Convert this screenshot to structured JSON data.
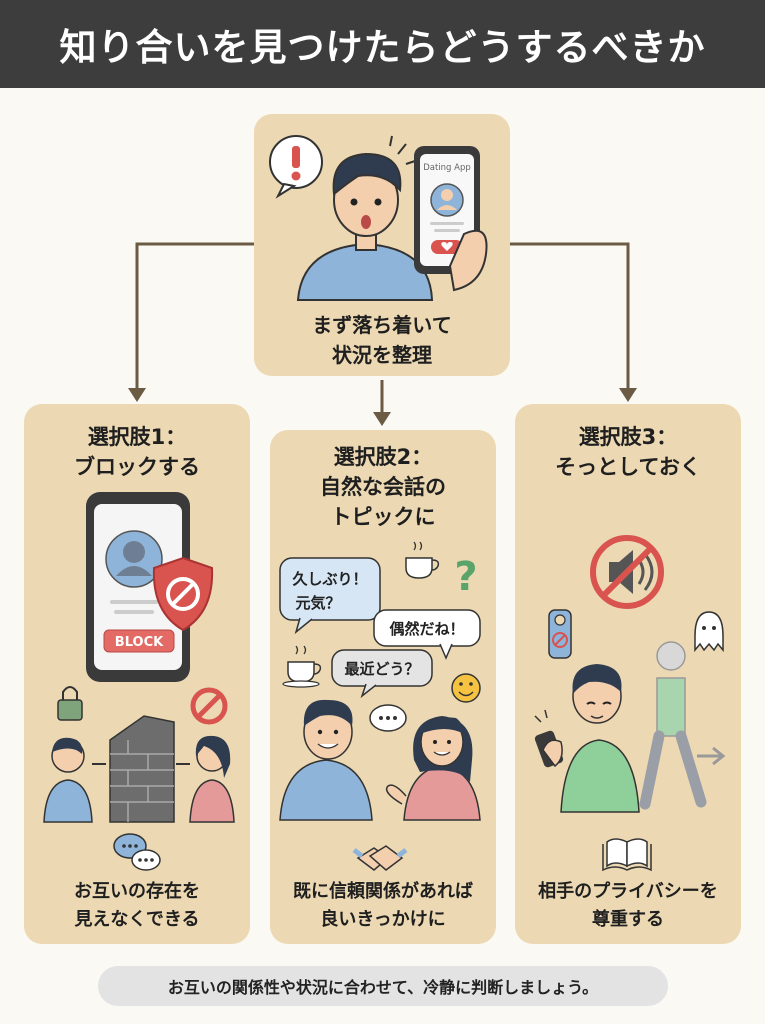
{
  "title": "知り合いを見つけたらどうするべきか",
  "top": {
    "line1": "まず落ち着いて",
    "line2": "状況を整理",
    "phone_header": "Dating App"
  },
  "option1": {
    "title1": "選択肢1：",
    "title2": "ブロックする",
    "block_label": "BLOCK",
    "caption1": "お互いの存在を",
    "caption2": "見えなくできる"
  },
  "option2": {
    "title1": "選択肢2：",
    "title2": "自然な会話の",
    "title3": "トピックに",
    "bubble1_line1": "久しぶり！",
    "bubble1_line2": "元気？",
    "bubble2": "偶然だね！",
    "bubble3": "最近どう？",
    "caption1": "既に信頼関係があれば",
    "caption2": "良いきっかけに"
  },
  "option3": {
    "title1": "選択肢3：",
    "title2": "そっとしておく",
    "caption1": "相手のプライバシーを",
    "caption2": "尊重する"
  },
  "footer": "お互いの関係性や状況に合わせて、冷静に判断しましょう。",
  "colors": {
    "card": "#ecd9b3",
    "title_bar": "#3d3d3d",
    "accent_red": "#d9534f",
    "shirt_blue": "#8fb4d9",
    "shirt_green": "#8fcf9a",
    "shirt_pink": "#e59a9a"
  },
  "icons": [
    "exclamation-icon",
    "phone-icon",
    "heart-icon",
    "shield-block-icon",
    "lock-icon",
    "prohibited-icon",
    "brick-wall-icon",
    "chat-bubbles-icon",
    "coffee-icon",
    "question-icon",
    "smiley-icon",
    "handshake-icon",
    "muted-speaker-icon",
    "door-hanger-icon",
    "ghost-icon",
    "arrow-right-icon",
    "book-icon"
  ]
}
